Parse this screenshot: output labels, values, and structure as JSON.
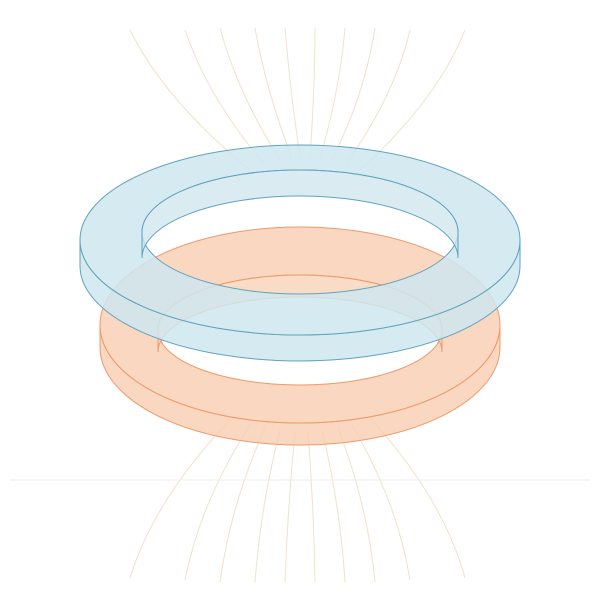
{
  "diagram": {
    "rings": [
      {
        "name": "upper-ring",
        "fill": "#cfe6ee",
        "fill_opacity": 0.85,
        "stroke": "#5fa3bd"
      },
      {
        "name": "lower-ring",
        "fill": "#f8cdb0",
        "fill_opacity": 0.8,
        "stroke": "#ee9a6a"
      }
    ],
    "field_line_color": "#efe3c8",
    "horizon_line_color": "#eeeeee"
  }
}
